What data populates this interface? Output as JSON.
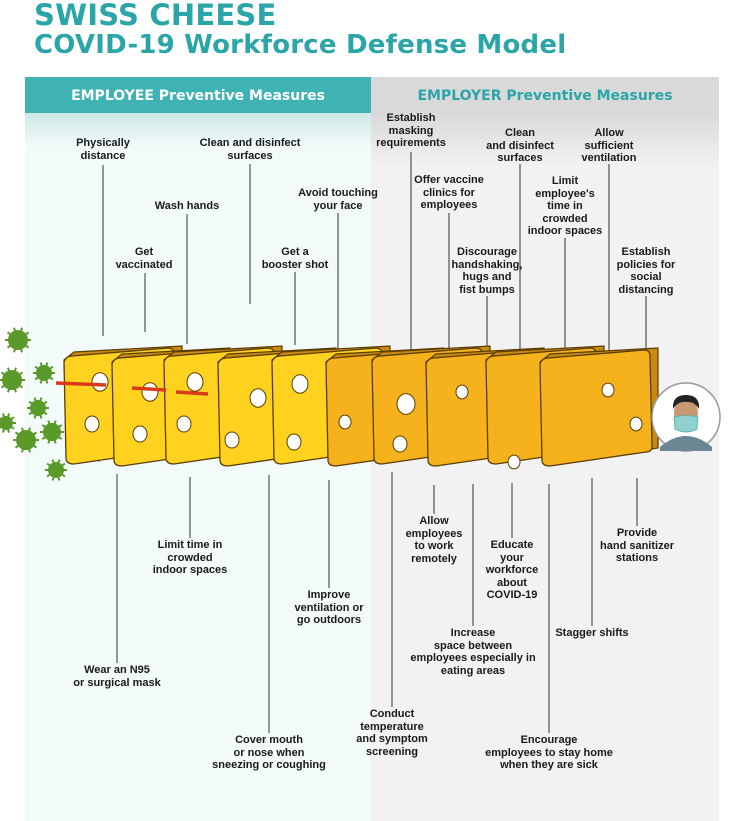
{
  "title": {
    "line1": "SWISS CHEESE",
    "line2": "COVID-19 Workforce Defense Model"
  },
  "panels": {
    "employee": "EMPLOYEE Preventive Measures",
    "employer": "EMPLOYER Preventive Measures"
  },
  "labels": {
    "physically_distance": "Physically\ndistance",
    "clean_disinfect_1": "Clean and disinfect\nsurfaces",
    "wash_hands": "Wash hands",
    "get_vaccinated": "Get\nvaccinated",
    "avoid_touching": "Avoid touching\nyour face",
    "booster": "Get a\nbooster shot",
    "masking": "Establish\nmasking\nrequirements",
    "vaccine_clinics": "Offer vaccine\nclinics for\nemployees",
    "clean_disinfect_2": "Clean\nand disinfect\nsurfaces",
    "ventilation": "Allow\nsufficient\nventilation",
    "limit_time_employer": "Limit\nemployee's\ntime in\ncrowded\nindoor spaces",
    "discourage": "Discourage\nhandshaking,\nhugs and\nfist bumps",
    "social_distancing": "Establish\npolicies for\nsocial\ndistancing",
    "limit_time_employee": "Limit time in\ncrowded\nindoor spaces",
    "improve_ventilation": "Improve\nventilation or\ngo outdoors",
    "wear_mask": "Wear an N95\nor surgical mask",
    "cover_mouth": "Cover mouth\nor nose when\nsneezing or coughing",
    "allow_remote": "Allow\nemployees\nto work\nremotely",
    "educate": "Educate\nyour\nworkforce\nabout\nCOVID-19",
    "hand_sanitizer": "Provide\nhand sanitizer\nstations",
    "increase_space": "Increase\nspace between\nemployees especially in\neating areas",
    "stagger": "Stagger shifts",
    "temperature": "Conduct\ntemperature\nand symptom\nscreening",
    "stay_home": "Encourage\nemployees to stay home\nwhen they are sick"
  },
  "colors": {
    "teal": "#2aa6a8",
    "employee_cheese": "#ffd21f",
    "employer_cheese": "#f5b21c",
    "virus": "#5a9a2a",
    "arrow": "#d93a1a"
  }
}
